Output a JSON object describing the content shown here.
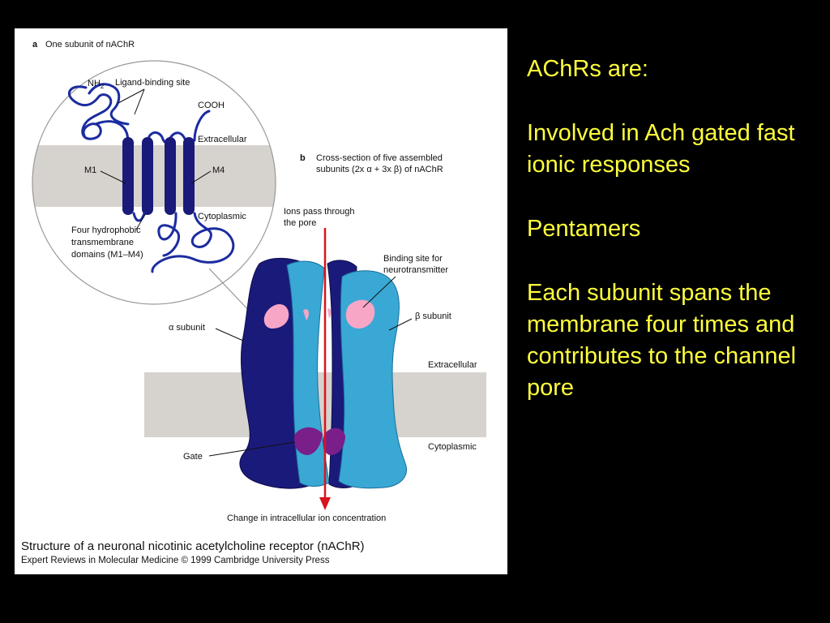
{
  "slide": {
    "heading": "AChRs are:",
    "points": [
      "Involved in Ach gated fast ionic responses",
      "Pentamers",
      "Each subunit spans the membrane four times and contributes to the channel pore"
    ]
  },
  "figure": {
    "panel_a": {
      "letter": "a",
      "title": "One subunit of nAChR",
      "nh2_label": "NH",
      "nh2_sub": "2",
      "ligand_label": "Ligand-binding site",
      "cooh_label": "COOH",
      "extracellular": "Extracellular",
      "cytoplasmic": "Cytoplasmic",
      "m1": "M1",
      "m4": "M4",
      "domains_label": [
        "Four hydrophobic",
        "transmembrane",
        "domains (M1–M4)"
      ]
    },
    "panel_b": {
      "letter": "b",
      "title_lines": [
        "Cross-section of five assembled",
        "subunits (2x α + 3x β) of nAChR"
      ],
      "ions_label": [
        "Ions pass through",
        "the pore"
      ],
      "binding_label": [
        "Binding site for",
        "neurotransmitter"
      ],
      "alpha_label": "α subunit",
      "beta_label": "β subunit",
      "extracellular": "Extracellular",
      "cytoplasmic": "Cytoplasmic",
      "gate_label": "Gate",
      "change_label": "Change in intracellular ion concentration"
    },
    "caption": {
      "title": "Structure of a neuronal nicotinic acetylcholine receptor (nAChR)",
      "credit": "Expert Reviews in Molecular Medicine © 1999 Cambridge University Press"
    },
    "colors": {
      "alpha_dark_blue": "#1a1a7a",
      "beta_light_blue": "#3aa8d4",
      "membrane_grey": "#d6d2cd",
      "binding_pink": "#f7a6c6",
      "gate_purple": "#7a1f8a",
      "arrow_red": "#d8141e",
      "chain_blue": "#1c2ca0",
      "slide_text_yellow": "#ffff3c"
    }
  }
}
